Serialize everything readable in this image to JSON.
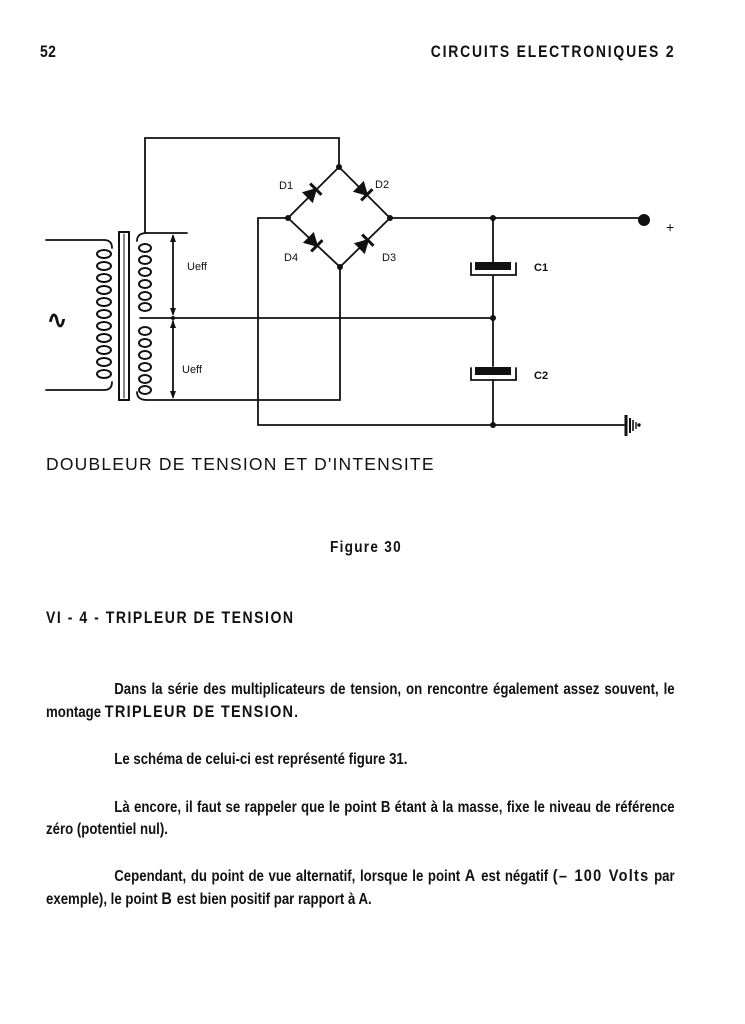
{
  "header": {
    "page_number": "52",
    "running_title": "CIRCUITS ELECTRONIQUES 2"
  },
  "figure": {
    "labels": {
      "ac_source": "∿",
      "ueff_top": "Ueff",
      "ueff_bottom": "Ueff",
      "d1": "D1",
      "d2": "D2",
      "d3": "D3",
      "d4": "D4",
      "c1": "C1",
      "c2": "C2",
      "plus": "+"
    },
    "caption": "DOUBLEUR DE TENSION ET D'INTENSITE",
    "number_label": "Figure 30"
  },
  "section": {
    "heading": "VI - 4 - TRIPLEUR DE TENSION"
  },
  "paragraphs": [
    {
      "text_before": "Dans la série des multiplicateurs de tension, on rencontre également assez souvent, le montage ",
      "emphasis": "TRIPLEUR DE TENSION",
      "text_after": "."
    },
    {
      "text": "Le schéma de celui-ci est représenté figure 31."
    },
    {
      "text_before": "Là encore, il faut se rappeler que le point ",
      "emphasis": "B",
      "text_after": " étant à la masse, fixe le niveau de référence zéro (potentiel nul)."
    },
    {
      "part1": "Cependant, du point de vue alternatif, lorsque le point ",
      "em1": "A",
      "part2": " est négatif ",
      "em2": "(– 100 Volts",
      "part3": " par exemple), le point ",
      "em3": "B",
      "part4": " est bien positif par rapport à A."
    }
  ]
}
